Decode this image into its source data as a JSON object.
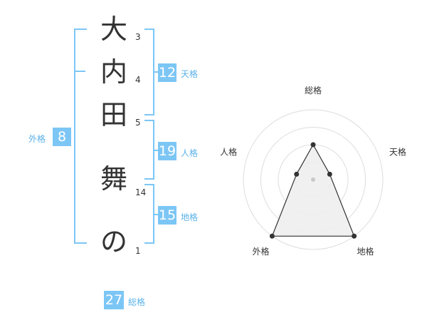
{
  "name_chars": [
    {
      "char": "大",
      "strokes": "3"
    },
    {
      "char": "内",
      "strokes": "4"
    },
    {
      "char": "田",
      "strokes": "5"
    },
    {
      "char": "舞",
      "strokes": "14"
    },
    {
      "char": "の",
      "strokes": "1"
    }
  ],
  "fortunes": {
    "tenkaku": {
      "value": "12",
      "label": "天格"
    },
    "jinkaku": {
      "value": "19",
      "label": "人格"
    },
    "chikaku": {
      "value": "15",
      "label": "地格"
    },
    "gaikaku": {
      "value": "8",
      "label": "外格"
    },
    "soukaku": {
      "value": "27",
      "label": "総格"
    }
  },
  "chart_data": {
    "type": "radar",
    "axes": [
      "総格",
      "天格",
      "地格",
      "外格",
      "人格"
    ],
    "rings": 4,
    "range": [
      0,
      4
    ],
    "series": [
      {
        "values": [
          2,
          1,
          4,
          4,
          1
        ]
      }
    ],
    "colors": {
      "ring": "#dddddd",
      "fill": "#eeeeee",
      "line": "#333333",
      "point": "#333333",
      "center": "#c8c8c8",
      "accent": "#7cc6f5"
    }
  }
}
